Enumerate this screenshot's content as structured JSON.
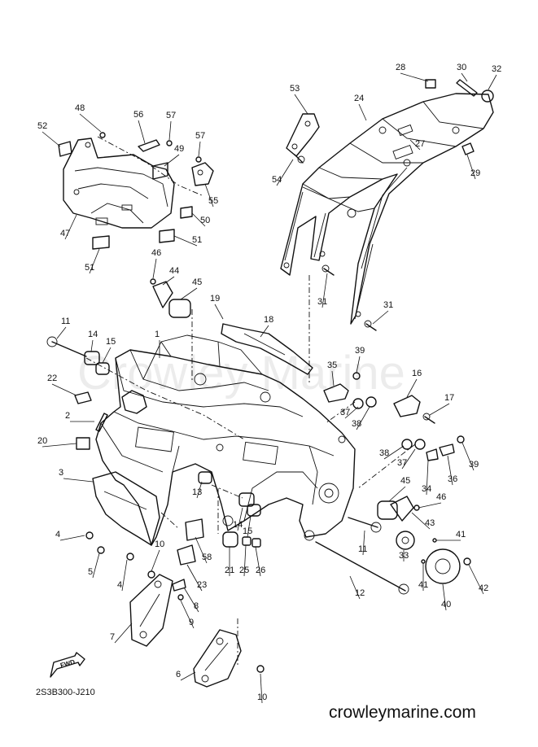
{
  "diagram": {
    "watermark": "Crowley Marine",
    "diagram_code": "2S3B300-J210",
    "website": "crowleymarine.com",
    "fwd_label": "FWD",
    "callouts": [
      {
        "id": "c1",
        "label": "1"
      },
      {
        "id": "c2",
        "label": "2"
      },
      {
        "id": "c3",
        "label": "3"
      },
      {
        "id": "c4a",
        "label": "4"
      },
      {
        "id": "c4b",
        "label": "4"
      },
      {
        "id": "c5",
        "label": "5"
      },
      {
        "id": "c6",
        "label": "6"
      },
      {
        "id": "c7",
        "label": "7"
      },
      {
        "id": "c8",
        "label": "8"
      },
      {
        "id": "c9",
        "label": "9"
      },
      {
        "id": "c10a",
        "label": "10"
      },
      {
        "id": "c10b",
        "label": "10"
      },
      {
        "id": "c11a",
        "label": "11"
      },
      {
        "id": "c11b",
        "label": "11"
      },
      {
        "id": "c12",
        "label": "12"
      },
      {
        "id": "c13",
        "label": "13"
      },
      {
        "id": "c14a",
        "label": "14"
      },
      {
        "id": "c14b",
        "label": "14"
      },
      {
        "id": "c15a",
        "label": "15"
      },
      {
        "id": "c15b",
        "label": "15"
      },
      {
        "id": "c16",
        "label": "16"
      },
      {
        "id": "c17",
        "label": "17"
      },
      {
        "id": "c18",
        "label": "18"
      },
      {
        "id": "c19",
        "label": "19"
      },
      {
        "id": "c20",
        "label": "20"
      },
      {
        "id": "c21",
        "label": "21"
      },
      {
        "id": "c22",
        "label": "22"
      },
      {
        "id": "c23",
        "label": "23"
      },
      {
        "id": "c24",
        "label": "24"
      },
      {
        "id": "c25",
        "label": "25"
      },
      {
        "id": "c26",
        "label": "26"
      },
      {
        "id": "c27",
        "label": "27"
      },
      {
        "id": "c28",
        "label": "28"
      },
      {
        "id": "c29",
        "label": "29"
      },
      {
        "id": "c30",
        "label": "30"
      },
      {
        "id": "c31a",
        "label": "31"
      },
      {
        "id": "c31b",
        "label": "31"
      },
      {
        "id": "c32",
        "label": "32"
      },
      {
        "id": "c33",
        "label": "33"
      },
      {
        "id": "c34",
        "label": "34"
      },
      {
        "id": "c35",
        "label": "35"
      },
      {
        "id": "c36",
        "label": "36"
      },
      {
        "id": "c37a",
        "label": "37"
      },
      {
        "id": "c37b",
        "label": "37"
      },
      {
        "id": "c38a",
        "label": "38"
      },
      {
        "id": "c38b",
        "label": "38"
      },
      {
        "id": "c39a",
        "label": "39"
      },
      {
        "id": "c39b",
        "label": "39"
      },
      {
        "id": "c40",
        "label": "40"
      },
      {
        "id": "c41a",
        "label": "41"
      },
      {
        "id": "c41b",
        "label": "41"
      },
      {
        "id": "c42",
        "label": "42"
      },
      {
        "id": "c43",
        "label": "43"
      },
      {
        "id": "c44",
        "label": "44"
      },
      {
        "id": "c45a",
        "label": "45"
      },
      {
        "id": "c45b",
        "label": "45"
      },
      {
        "id": "c46a",
        "label": "46"
      },
      {
        "id": "c46b",
        "label": "46"
      },
      {
        "id": "c47",
        "label": "47"
      },
      {
        "id": "c48",
        "label": "48"
      },
      {
        "id": "c49",
        "label": "49"
      },
      {
        "id": "c50",
        "label": "50"
      },
      {
        "id": "c51a",
        "label": "51"
      },
      {
        "id": "c51b",
        "label": "51"
      },
      {
        "id": "c52",
        "label": "52"
      },
      {
        "id": "c53",
        "label": "53"
      },
      {
        "id": "c54",
        "label": "54"
      },
      {
        "id": "c55",
        "label": "55"
      },
      {
        "id": "c56",
        "label": "56"
      },
      {
        "id": "c57a",
        "label": "57"
      },
      {
        "id": "c57b",
        "label": "57"
      },
      {
        "id": "c58",
        "label": "58"
      }
    ]
  }
}
